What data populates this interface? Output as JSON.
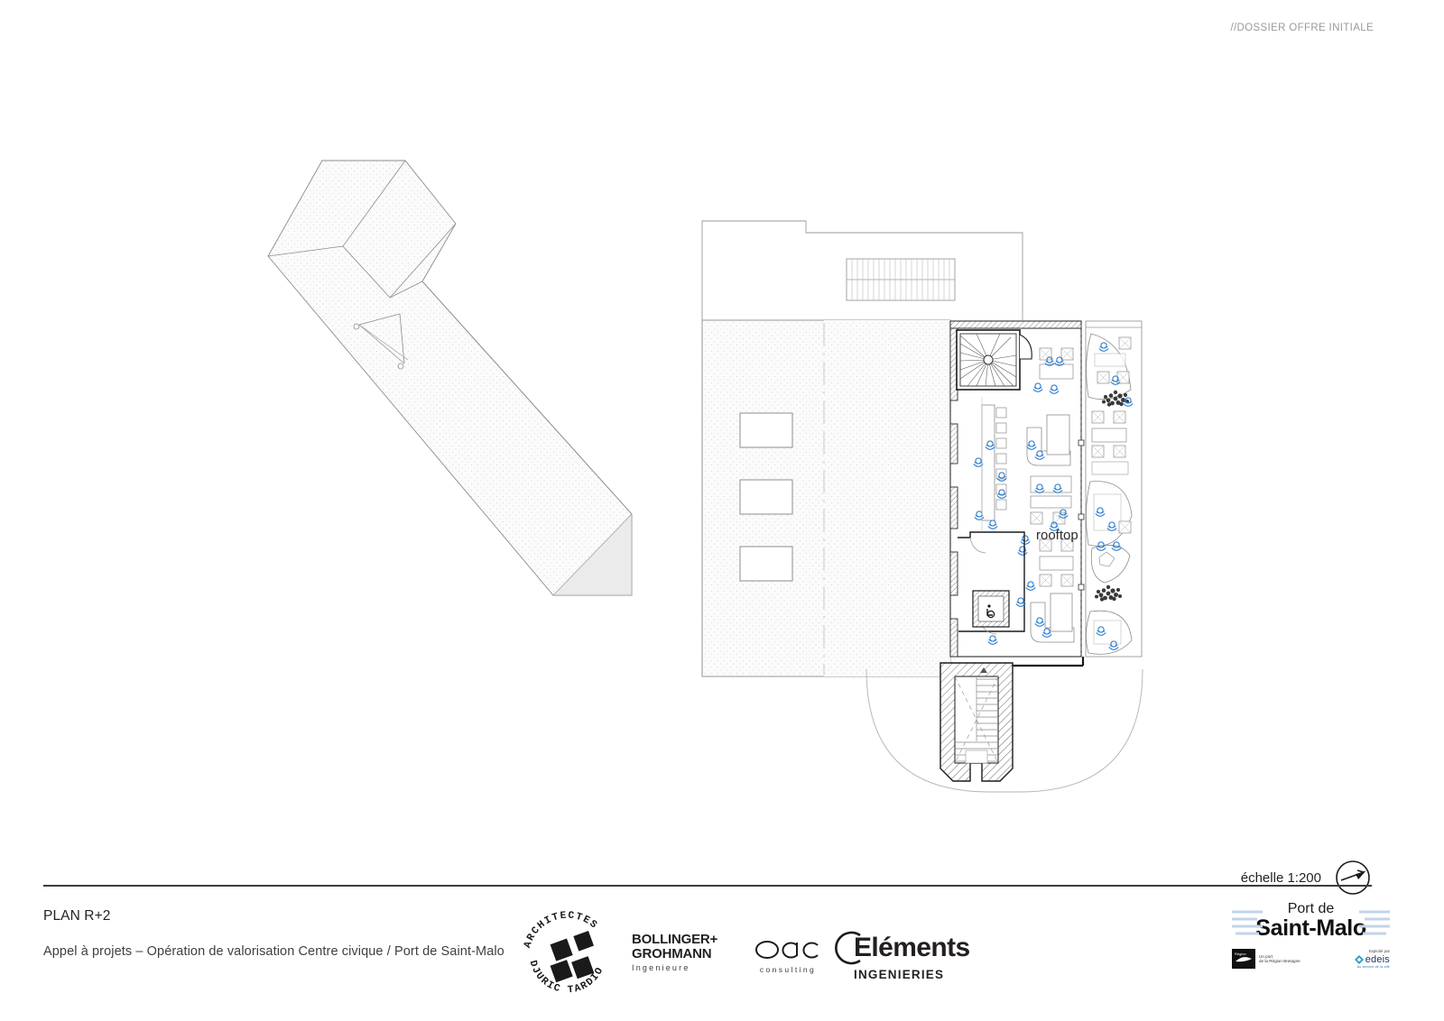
{
  "header": {
    "note": "//DOSSIER OFFRE INITIALE"
  },
  "drawing": {
    "plan_label": "rooftop",
    "scale_text": "échelle 1:200",
    "north_icon": "north-arrow-icon"
  },
  "footer": {
    "title": "PLAN R+2",
    "subtitle": "Appel à  projets –  Opération de valorisation Centre civique / Port de Saint-Malo"
  },
  "logos": {
    "architect": {
      "top_arc": "ARCHITECTES",
      "bottom_arc": "DJURIC TARDIO"
    },
    "bollinger": {
      "line1": "BOLLINGER+",
      "line2": "GROHMANN",
      "line3": "Ingenieure"
    },
    "odc": {
      "mark": "odc",
      "sub": "consulting"
    },
    "elements": {
      "name": "Eléments",
      "sub": "INGENIERIES"
    },
    "port": {
      "line1": "Port de",
      "line2": "Saint-Malo",
      "region_line1": "Un port",
      "region_line2": "de la Région Bretagne",
      "operator_label": "Exploité par",
      "operator_name": "edeis",
      "operator_sub": "Au service de la cité"
    }
  },
  "colors": {
    "ink": "#231f20",
    "line": "#6f6f6f",
    "light_line": "#b8b8b8",
    "roof_fill": "#fafafa",
    "people_blue": "#2f7fd0",
    "header_grey": "#9a9a9a",
    "plant_dark": "#3a3a3a"
  }
}
